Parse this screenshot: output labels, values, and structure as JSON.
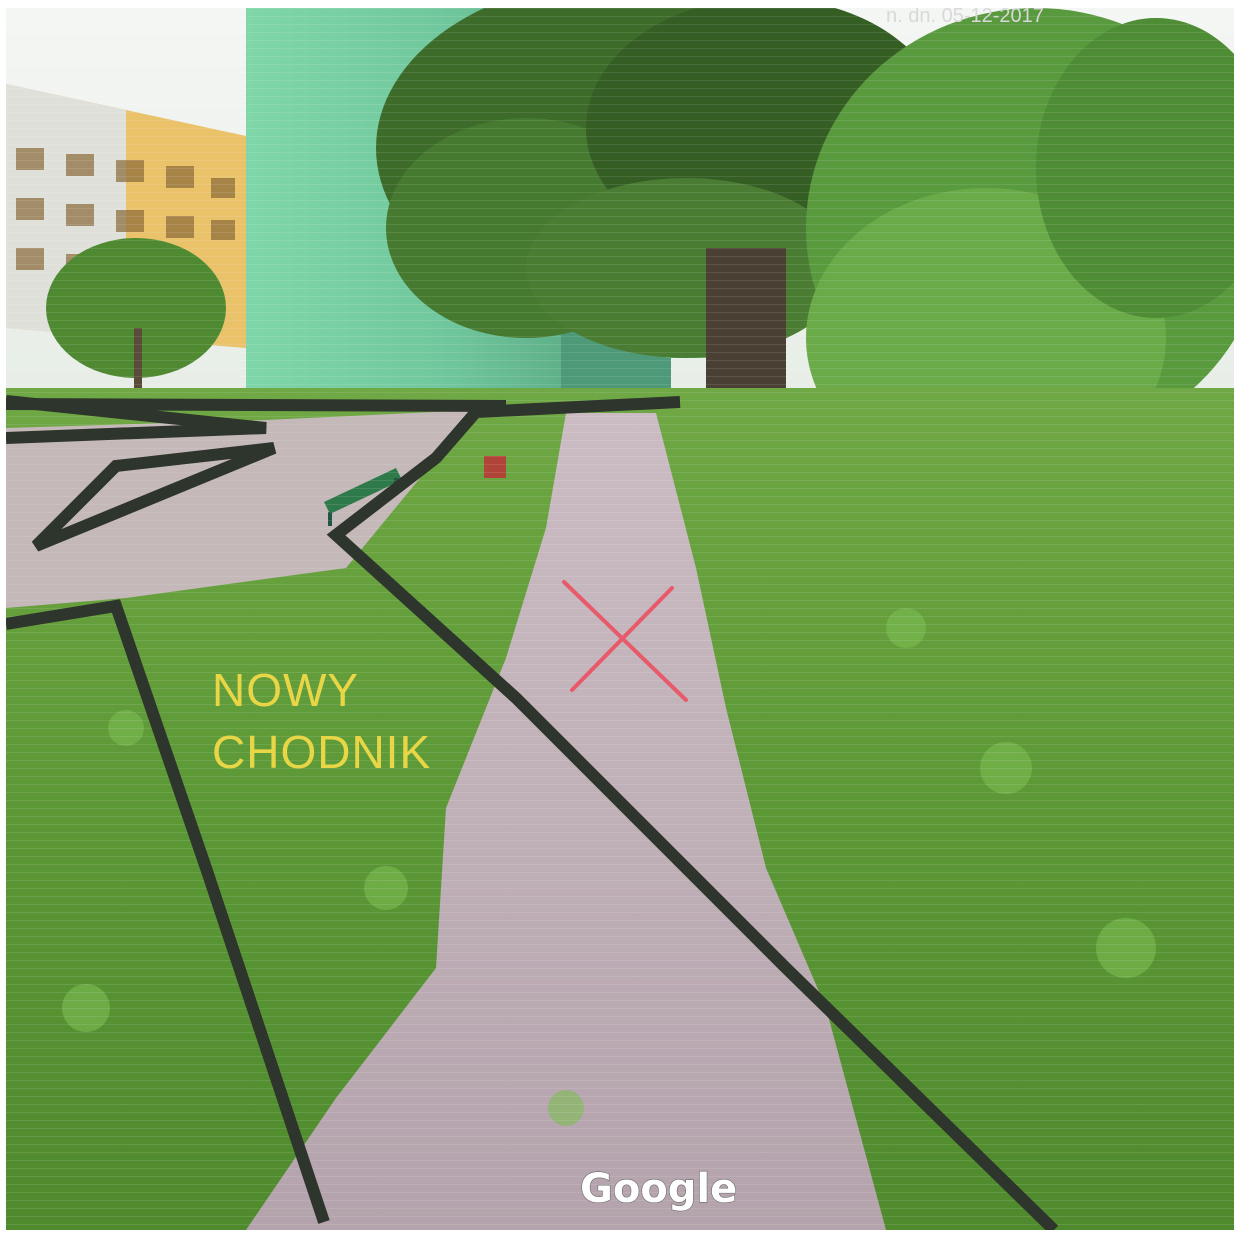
{
  "image": {
    "annotation_label_line1": "NOWY",
    "annotation_label_line2": "CHODNIK",
    "watermark": "Google",
    "date_stamp_partial": "n. dn. 05-12-2017",
    "colors": {
      "grass": "#5f9a3a",
      "path": "#b9aab2",
      "annotation_lines": "#2e352c",
      "cross_mark": "#e85a6a",
      "label": "#e8d646"
    },
    "annotation_cross_icon": "x-mark-icon"
  }
}
